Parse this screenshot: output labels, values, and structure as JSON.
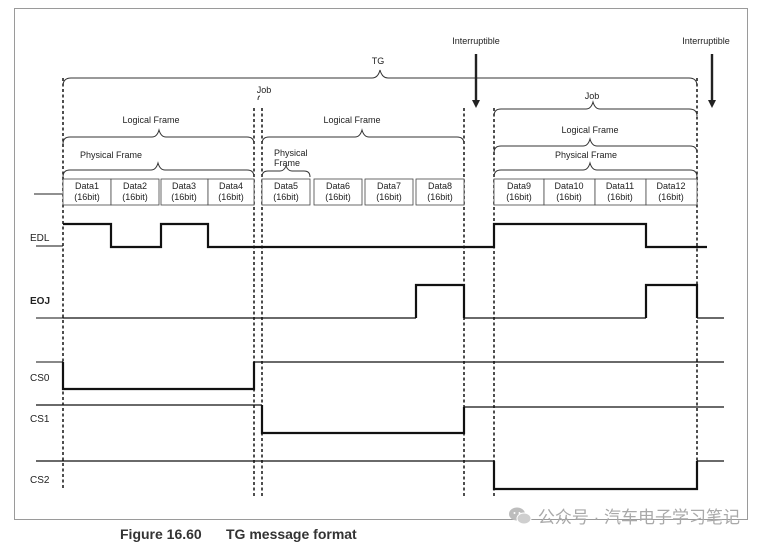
{
  "labels": {
    "tg": "TG",
    "interruptible": "Interruptible",
    "job": "Job",
    "logical_frame": "Logical Frame",
    "physical_frame": "Physical Frame",
    "physical_frame_line1": "Physical",
    "physical_frame_line2": "Frame"
  },
  "data_boxes": [
    {
      "name": "Data1",
      "bits": "(16bit)"
    },
    {
      "name": "Data2",
      "bits": "(16bit)"
    },
    {
      "name": "Data3",
      "bits": "(16bit)"
    },
    {
      "name": "Data4",
      "bits": "(16bit)"
    },
    {
      "name": "Data5",
      "bits": "(16bit)"
    },
    {
      "name": "Data6",
      "bits": "(16bit)"
    },
    {
      "name": "Data7",
      "bits": "(16bit)"
    },
    {
      "name": "Data8",
      "bits": "(16bit)"
    },
    {
      "name": "Data9",
      "bits": "(16bit)"
    },
    {
      "name": "Data10",
      "bits": "(16bit)"
    },
    {
      "name": "Data11",
      "bits": "(16bit)"
    },
    {
      "name": "Data12",
      "bits": "(16bit)"
    }
  ],
  "signals": {
    "edl": "EDL",
    "eoj": "EOJ",
    "cs0": "CS0",
    "cs1": "CS1",
    "cs2": "CS2"
  },
  "caption": {
    "number": "Figure 16.60",
    "title": "TG message format"
  },
  "watermark": "公众号 · 汽车电子学习笔记"
}
